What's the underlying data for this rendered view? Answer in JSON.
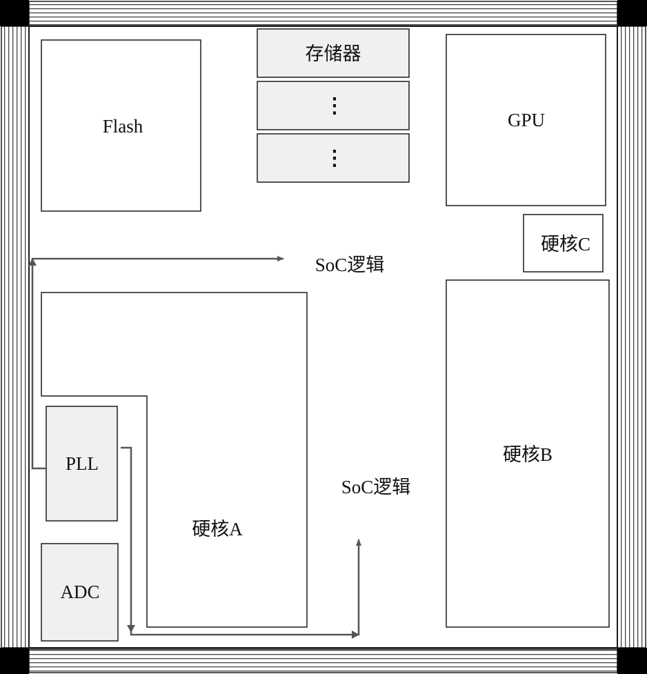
{
  "colors": {
    "stroke": "#1a1a1a",
    "module_fill": "#ffffff",
    "shaded_fill": "#f0f0f0",
    "arrow": "#555555",
    "corner": "#000000"
  },
  "blocks": {
    "flash": "Flash",
    "memory_top": "存储器",
    "memory_mid": "⋮",
    "memory_bottom": "⋮",
    "gpu": "GPU",
    "hardcore_c": "硬核C",
    "soc_logic_upper": "SoC逻辑",
    "soc_logic_lower": "SoC逻辑",
    "hardcore_a": "硬核A",
    "hardcore_b": "硬核B",
    "pll": "PLL",
    "adc": "ADC"
  }
}
